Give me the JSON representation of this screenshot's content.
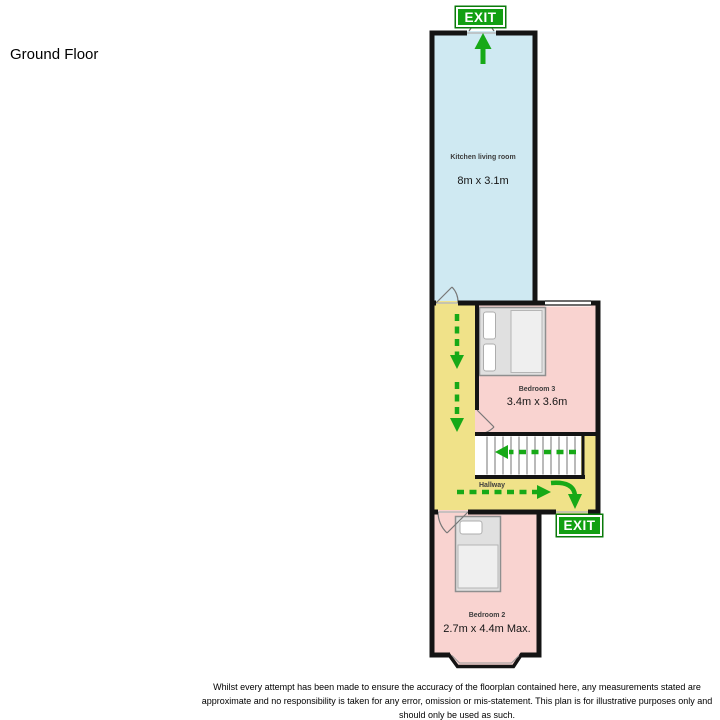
{
  "title": "Ground Floor",
  "rooms": {
    "kitchen": {
      "name": "Kitchen living room",
      "dims": "8m x 3.1m"
    },
    "bedroom3": {
      "name": "Bedroom 3",
      "dims": "3.4m x 3.6m"
    },
    "hallway": {
      "name": "Hallway"
    },
    "bedroom2": {
      "name": "Bedroom 2",
      "dims": "2.7m x 4.4m Max."
    }
  },
  "exits": {
    "top_label": "EXIT",
    "side_label": "EXIT"
  },
  "disclaimer": {
    "line1": "Whilst every attempt has been made to ensure the accuracy of the floorplan contained here, any measurements stated are",
    "line2": "approximate and no responsibility is taken for any error, omission or mis-statement. This plan is for illustrative purposes only and",
    "line3": "should only be used as such."
  },
  "colors": {
    "kitchen_fill": "#cfe9f2",
    "bedroom_fill": "#f9d3d0",
    "hallway_fill": "#f0e289",
    "stairwell_fill": "#ffffff",
    "wall": "#141414",
    "route_green": "#17a917",
    "exit_sign_green": "#12a012"
  }
}
